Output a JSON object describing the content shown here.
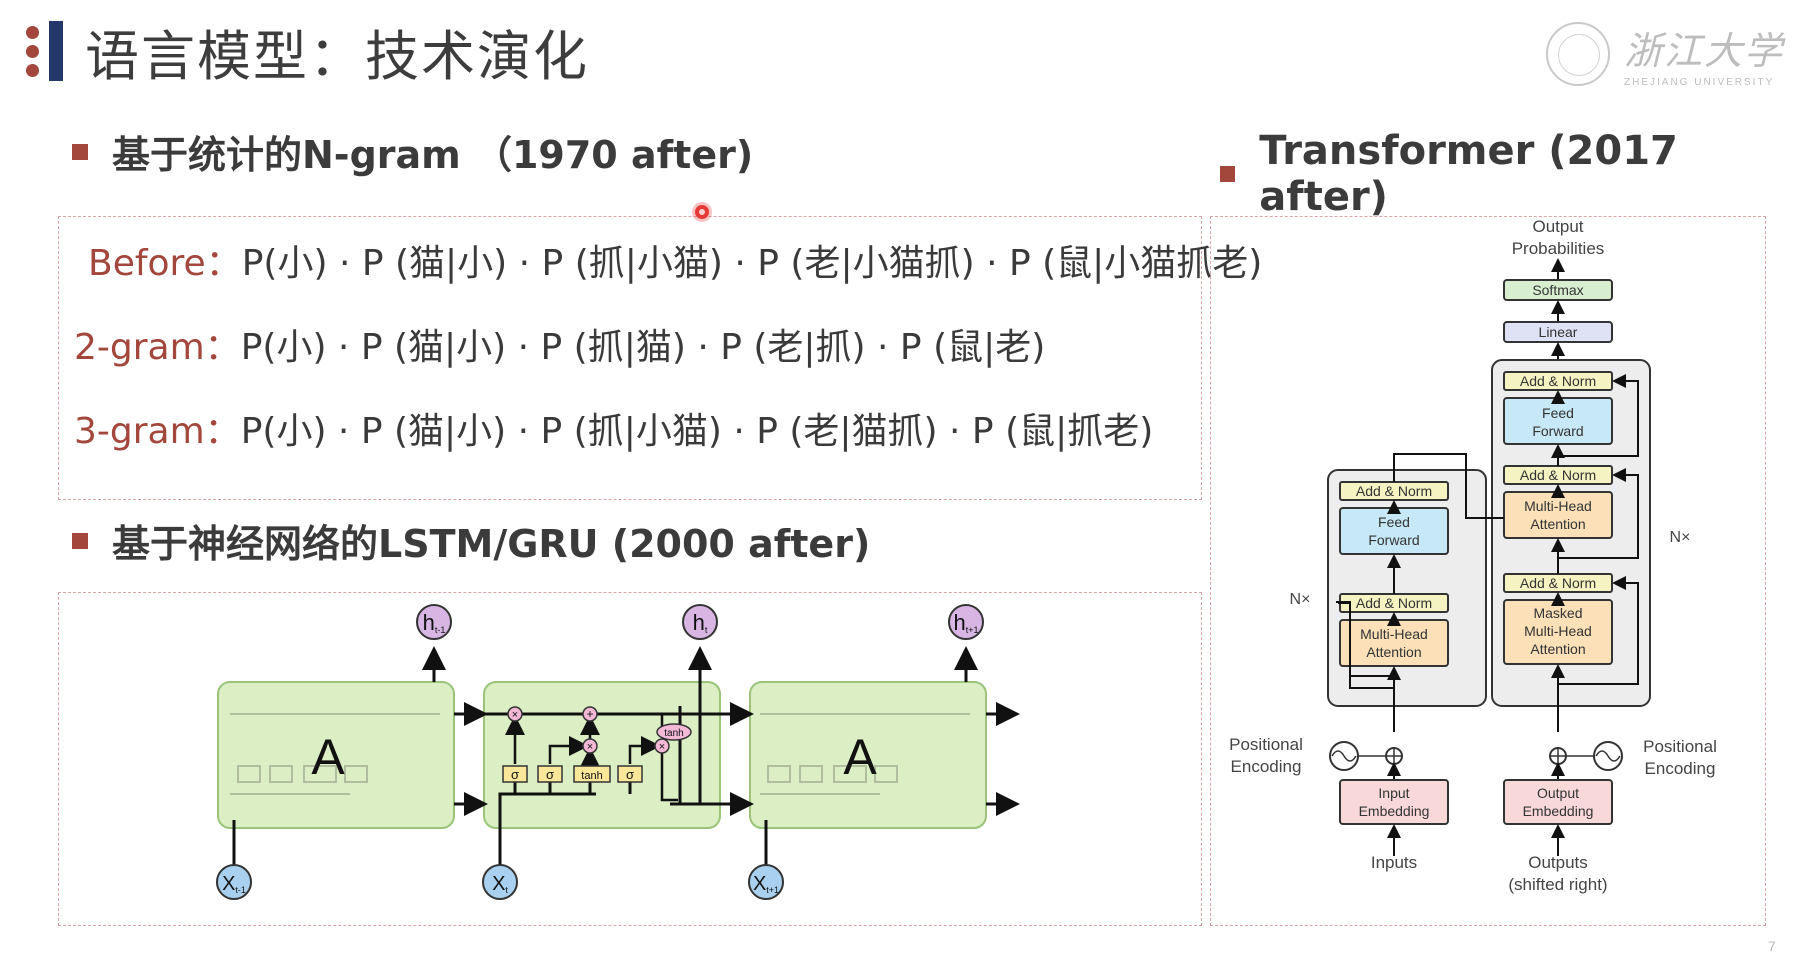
{
  "title": {
    "text": "语言模型：技术演化"
  },
  "logo": {
    "name_cn": "浙江大学",
    "name_en": "ZHEJIANG UNIVERSITY"
  },
  "sections": {
    "ngram": {
      "heading": "基于统计的N-gram （1970 after)"
    },
    "lstm": {
      "heading": "基于神经网络的LSTM/GRU (2000 after)"
    },
    "transformer": {
      "heading": "Transformer (2017 after)"
    }
  },
  "formulas": [
    {
      "label": "Before：",
      "expr": "P(小) · P (猫|小) · P (抓|小猫) · P (老|小猫抓) · P (鼠|小猫抓老)"
    },
    {
      "label": "2-gram：",
      "expr": "P(小) · P (猫|小) · P (抓|猫) · P (老|抓) · P (鼠|老)"
    },
    {
      "label": "3-gram：",
      "expr": "P(小) · P (猫|小) · P (抓|小猫) · P (老|猫抓) · P (鼠|抓老)"
    }
  ],
  "lstm_diagram": {
    "cell_label": "A",
    "h_labels": [
      "h",
      "h",
      "h"
    ],
    "h_subs": [
      "t-1",
      "t",
      "t+1"
    ],
    "x_labels": [
      "X",
      "X",
      "X"
    ],
    "x_subs": [
      "t-1",
      "t",
      "t+1"
    ],
    "gates": [
      "σ",
      "σ",
      "tanh",
      "σ"
    ],
    "ops": [
      "×",
      "+",
      "×",
      "×",
      "tanh"
    ],
    "colors": {
      "cell_fill": "#dbeec4",
      "cell_stroke": "#9bc37a",
      "h_fill": "#d7b6e4",
      "x_fill": "#a9d1ef",
      "gate_fill": "#fbe79a"
    }
  },
  "transformer_diagram": {
    "output_probs": "Output\nProbabilities",
    "softmax": "Softmax",
    "linear": "Linear",
    "add_norm": "Add & Norm",
    "feed_forward": "Feed\nForward",
    "multi_head": "Multi-Head\nAttention",
    "masked_multi_head": "Masked\nMulti-Head\nAttention",
    "nx": "N×",
    "positional_encoding": "Positional\nEncoding",
    "input_embedding": "Input\nEmbedding",
    "output_embedding": "Output\nEmbedding",
    "inputs": "Inputs",
    "outputs": "Outputs\n(shifted right)",
    "colors": {
      "add_norm": "#f5f3c1",
      "feed_forward": "#c7e8f6",
      "attention": "#fbe0b8",
      "embedding": "#f8d8d8",
      "softmax": "#d7efd0",
      "linear": "#dfe2f4",
      "block": "#ededed"
    }
  },
  "page_number": "7"
}
